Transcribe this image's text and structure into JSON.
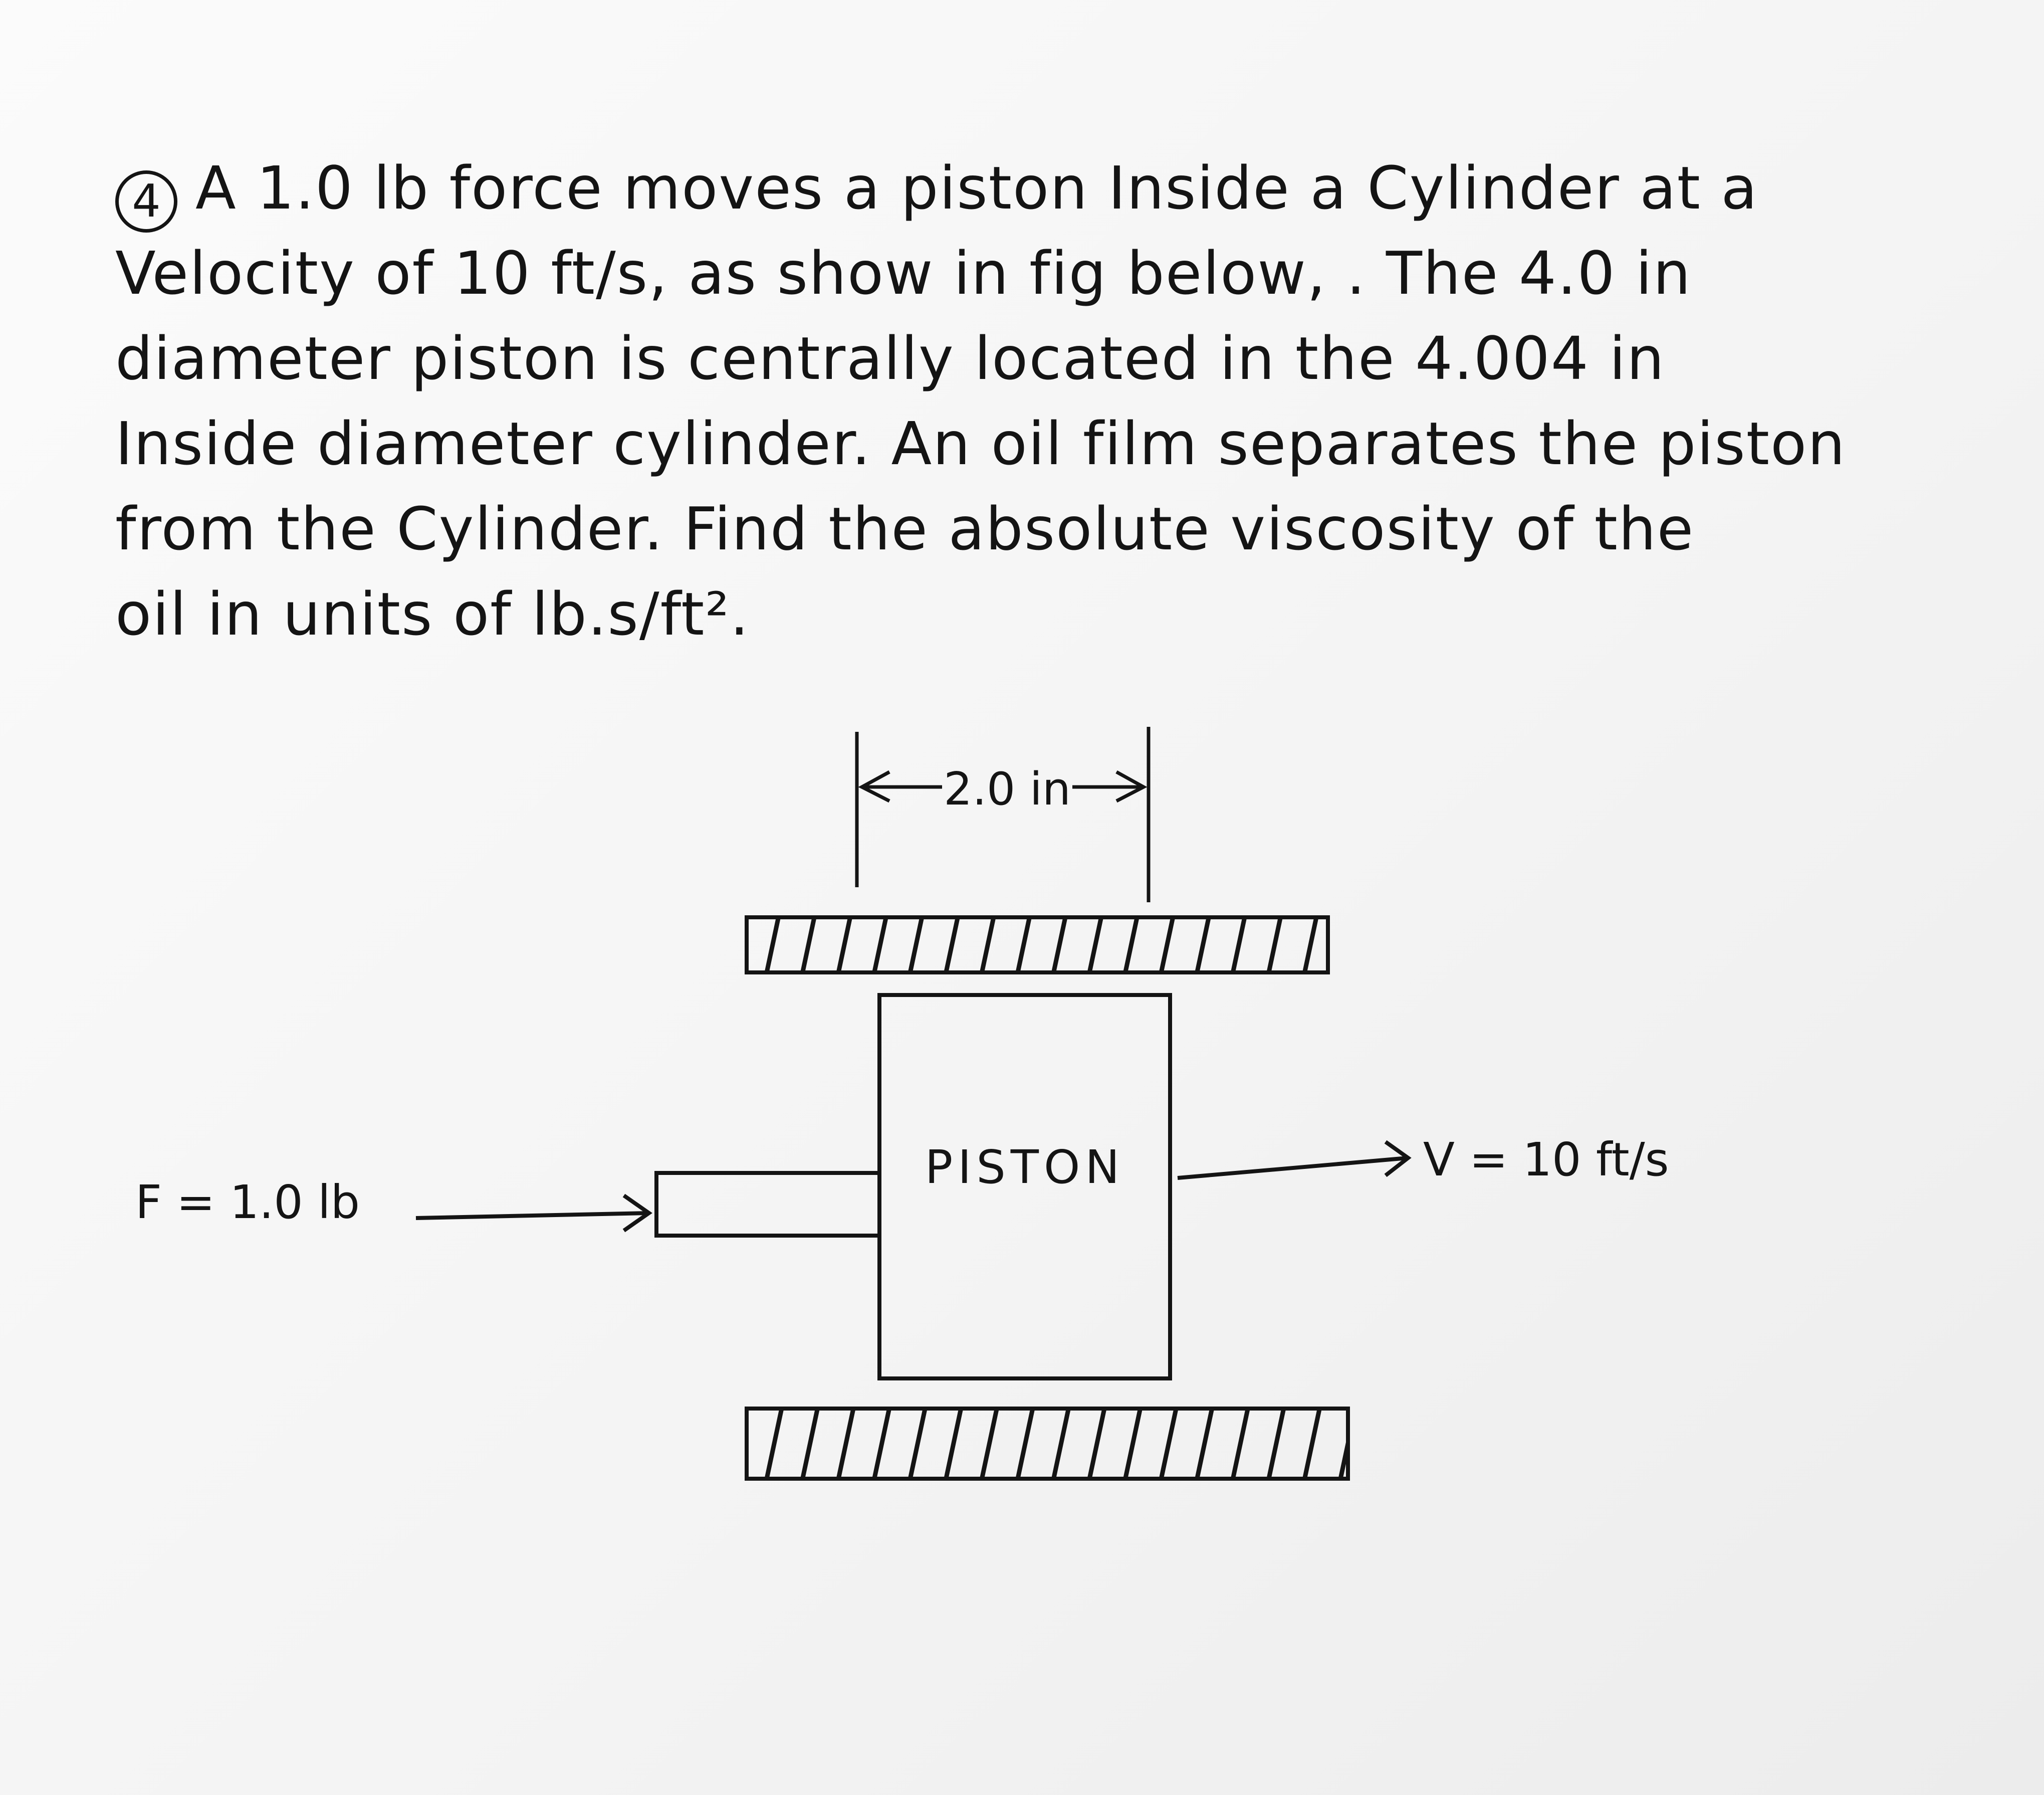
{
  "problem": {
    "number": "4",
    "lines": [
      "A 1.0 lb force moves a piston Inside a Cylinder at a",
      "Velocity of 10 ft/s, as show in fig below, . The 4.0 in",
      "diameter piston is centrally located in the 4.004 in",
      "Inside diameter cylinder. An oil film separates the piston",
      "from the Cylinder. Find the absolute viscosity of the",
      "oil in units of lb.s/ft²."
    ]
  },
  "figure": {
    "width_label": "2.0 in",
    "piston_label": "PISTON",
    "force_label": "F = 1.0 lb",
    "velocity_label": "V = 10 ft/s"
  }
}
